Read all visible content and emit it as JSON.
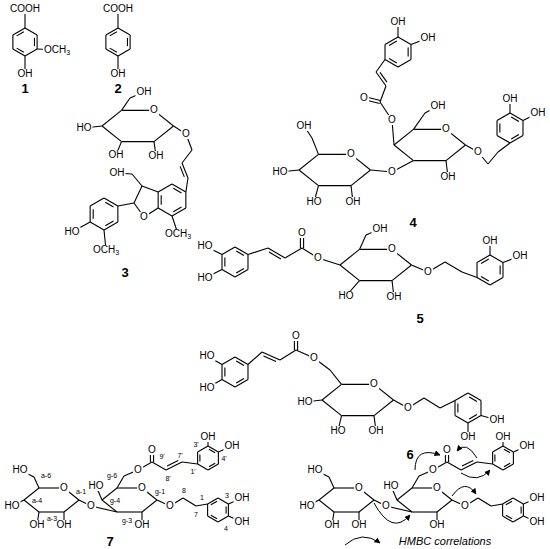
{
  "diagram": {
    "labels": [
      "COOH",
      "OCH3",
      "OH",
      "1",
      "COOH",
      "OH",
      "2",
      "OH",
      "HO",
      "OH",
      "OH",
      "O",
      "OH",
      "O",
      "OCH3",
      "HO",
      "OCH3",
      "3",
      "OH",
      "OH",
      "O",
      "O",
      "OH",
      "O",
      "OH",
      "HO",
      "HO",
      "OH",
      "O",
      "OH",
      "OH",
      "4",
      "HO",
      "HO",
      "O",
      "O",
      "OH",
      "HO",
      "OH",
      "O",
      "OH",
      "OH",
      "5",
      "HO",
      "HO",
      "O",
      "O",
      "HO",
      "HO",
      "OH",
      "O",
      "OH",
      "OH",
      "6",
      "HO",
      "HO",
      "OH",
      "OH",
      "O",
      "HO",
      "OH",
      "O",
      "O",
      "OH",
      "OH",
      "O",
      "OH",
      "OH",
      "a-6",
      "a-4",
      "a-3",
      "a-1",
      "g-6",
      "g-4",
      "g-3",
      "g-1",
      "8",
      "7",
      "1",
      "3",
      "4",
      "9'",
      "8'",
      "7'",
      "1'",
      "3'",
      "4'",
      "7",
      "HO",
      "HO",
      "OH",
      "OH",
      "O",
      "HO",
      "OH",
      "O",
      "O",
      "OH",
      "OH",
      "O",
      "OH",
      "OH",
      "O",
      "O",
      "O",
      "O",
      "O",
      "O",
      "O",
      "O",
      "O",
      "OH"
    ],
    "legend": [
      {
        "text": "HMBC correlations"
      }
    ]
  }
}
